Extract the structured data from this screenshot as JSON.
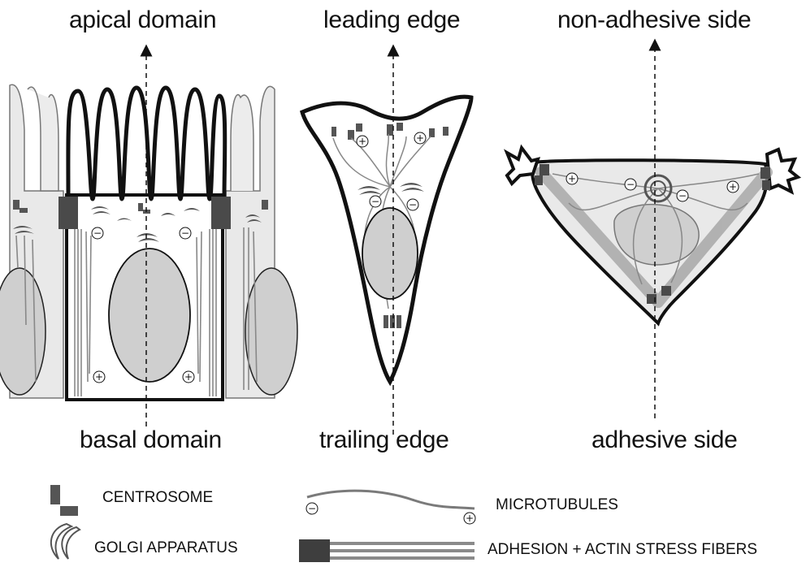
{
  "panels": {
    "epithelial": {
      "top_label": "apical domain",
      "bottom_label": "basal domain"
    },
    "migrating": {
      "top_label": "leading edge",
      "bottom_label": "trailing edge"
    },
    "adherent": {
      "top_label": "non-adhesive side",
      "bottom_label": "adhesive side"
    }
  },
  "legend": {
    "centrosome": "CENTROSOME",
    "golgi": "GOLGI APPARATUS",
    "microtubules": "MICROTUBULES",
    "adhesion": "ADHESION + ACTIN STRESS FIBERS"
  },
  "symbols": {
    "minus_end": "−",
    "plus_end": "+"
  },
  "colors": {
    "outline": "#111111",
    "cytoplasm": "#e9e9e9",
    "nucleus": "#cfcfcf",
    "centrosome": "#4a4a4a",
    "microtubule": "#7a7a7a",
    "stress_fiber": "#888888"
  }
}
